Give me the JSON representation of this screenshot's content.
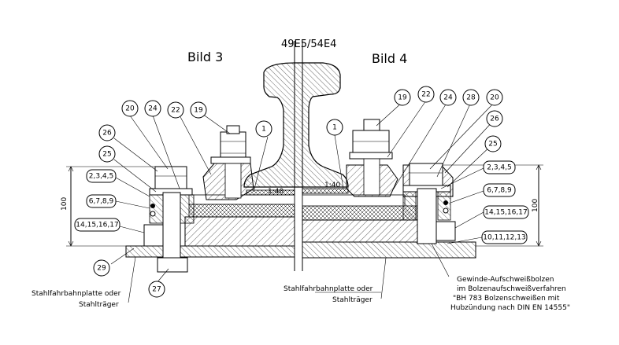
{
  "title": "49E5/54E4",
  "views": {
    "left": "Bild 3",
    "right": "Bild 4"
  },
  "dimensions": {
    "left_height": "100",
    "right_height": "100"
  },
  "slope_labels": {
    "left": "1:40",
    "right": "1:40"
  },
  "labels": {
    "b20_left": "20",
    "b24_left": "24",
    "b22_left": "22",
    "b19_left": "19",
    "b1_left": "1",
    "b26_left": "26",
    "b25_left": "25",
    "box_2345_left": "2,3,4,5",
    "box_6789_left": "6,7,8,9",
    "box_14151617_left": "14,15,16,17",
    "b29": "29",
    "b27": "27",
    "b1_right": "1",
    "b19_right": "19",
    "b22_right": "22",
    "b24_right": "24",
    "b28": "28",
    "b20_right": "20",
    "b26_right": "26",
    "b25_right": "25",
    "box_2345_right": "2,3,4,5",
    "box_6789_right": "6,7,8,9",
    "box_14151617_right": "14,15,16,17",
    "box_10111213": "10,11,12,13"
  },
  "notes": {
    "left_support": [
      "Stahlfahrbahnplatte oder",
      "Stahlträger"
    ],
    "center_support": [
      "Stahlfahrbahnplatte oder",
      "Stahlträger"
    ],
    "stud_note": [
      "Gewinde-Aufschweißbolzen",
      "im Bolzenaufschweißverfahren",
      "\"BH 783 Bolzenschweißen mit",
      "Hubzündung nach DIN EN 14555\""
    ]
  }
}
